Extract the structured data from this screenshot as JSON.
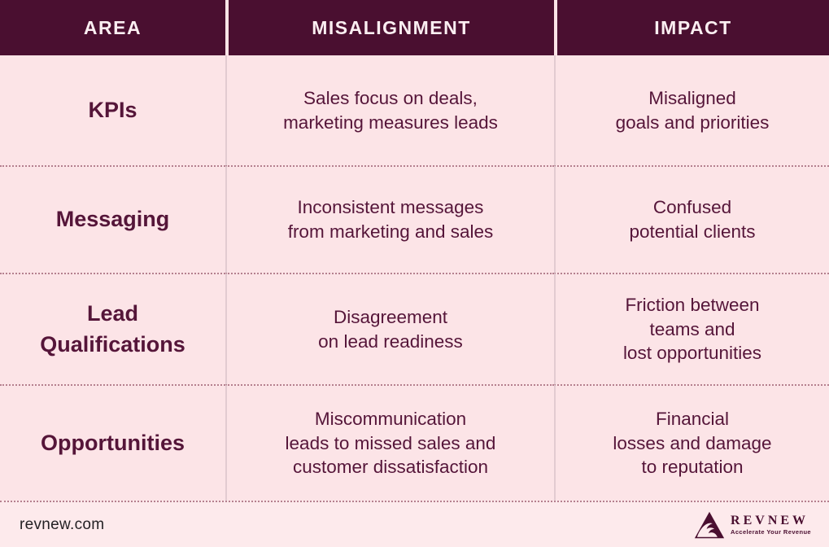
{
  "colors": {
    "header_bg": "#4a0f30",
    "cell_bg": "#fce4e7",
    "footer_bg": "#fdeaec",
    "text_maroon": "#551539",
    "header_text": "#fbeef1"
  },
  "table": {
    "columns": [
      {
        "label": "AREA"
      },
      {
        "label": "MISALIGNMENT"
      },
      {
        "label": "IMPACT"
      }
    ],
    "rows": [
      {
        "area": "KPIs",
        "misalignment": "Sales focus on deals,\nmarketing measures leads",
        "impact": "Misaligned\ngoals and priorities"
      },
      {
        "area": "Messaging",
        "misalignment": "Inconsistent messages\nfrom marketing and sales",
        "impact": "Confused\npotential clients"
      },
      {
        "area": "Lead\nQualifications",
        "misalignment": "Disagreement\non lead readiness",
        "impact": "Friction between\nteams and\nlost opportunities"
      },
      {
        "area": "Opportunities",
        "misalignment": "Miscommunication\nleads to missed sales and\ncustomer dissatisfaction",
        "impact": "Financial\nlosses and damage\nto reputation"
      }
    ]
  },
  "footer": {
    "website": "revnew.com",
    "logo": {
      "name": "REVNEW",
      "tagline": "Accelerate Your Revenue",
      "icon": "wave-triangle-logo-icon"
    }
  }
}
